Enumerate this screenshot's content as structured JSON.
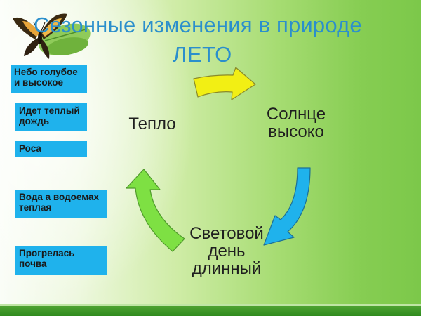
{
  "title": {
    "line1": "Сезонные  изменения в природе",
    "line2": "ЛЕТО"
  },
  "signs": [
    {
      "line1": "Небо голубое",
      "line2": "и высокое"
    },
    {
      "line1": "Идет теплый",
      "line2": "дождь"
    },
    {
      "line1": "Роса",
      "line2": ""
    },
    {
      "line1": "Вода а водоемах",
      "line2": "теплая"
    },
    {
      "line1": "Прогрелась",
      "line2": "почва"
    }
  ],
  "cycle": {
    "nodes": [
      {
        "line1": "Солнце",
        "line2": "высоко",
        "line3": ""
      },
      {
        "line1": "Световой",
        "line2": "день",
        "line3": "длинный"
      },
      {
        "line1": "Тепло",
        "line2": "",
        "line3": ""
      }
    ],
    "arrow_colors": {
      "top": "#f2ef14",
      "right": "#1fb2ec",
      "left": "#7ee043"
    }
  },
  "decor": {
    "icon": "butterfly-icon"
  },
  "colors": {
    "title": "#2b8fcc",
    "box": "#1fb2ec",
    "background_green": "#7cc84a",
    "bottom_bar": "#3a9626"
  }
}
